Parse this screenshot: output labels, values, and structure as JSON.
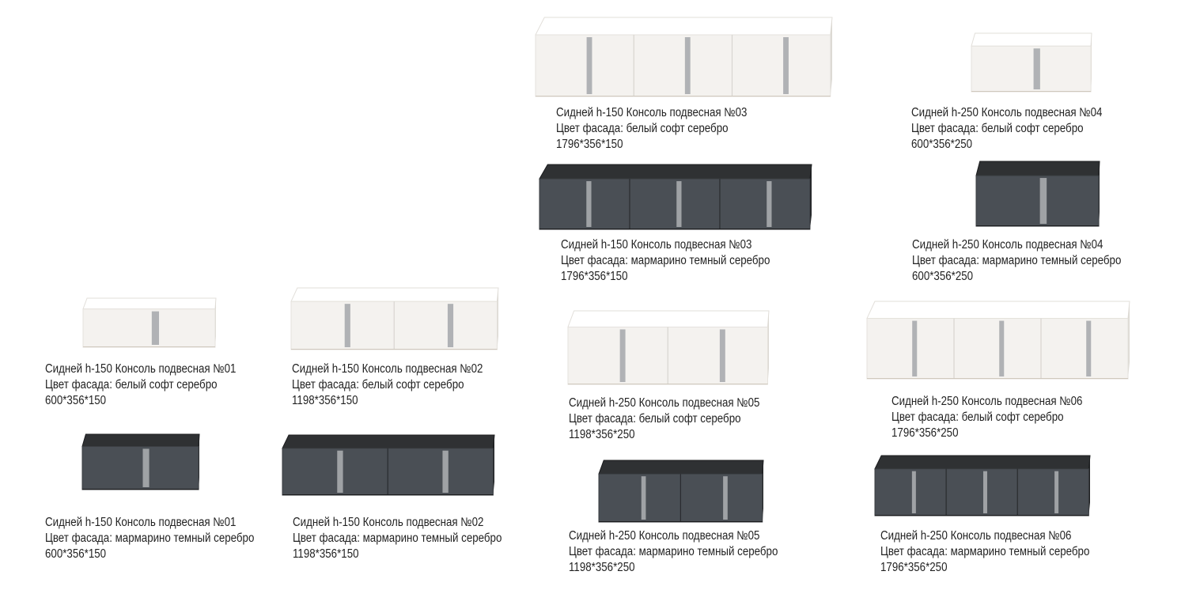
{
  "colors": {
    "white_facade": "#f4f2ef",
    "white_shadow": "#dcd9d3",
    "dark_body": "#2f3133",
    "dark_facade": "#4a4f55",
    "silver_insert": "#a9abae"
  },
  "items": [
    {
      "title": "Сидней h-150 Консоль подвесная №03",
      "color": "Цвет фасада: белый софт серебро",
      "size": "1796*356*150"
    },
    {
      "title": "Сидней h-250 Консоль подвесная №04",
      "color": "Цвет фасада: белый софт серебро",
      "size": "600*356*250"
    },
    {
      "title": "Сидней h-150 Консоль подвесная №03",
      "color": "Цвет фасада: мармарино темный серебро",
      "size": "1796*356*150"
    },
    {
      "title": "Сидней h-250 Консоль подвесная №04",
      "color": "Цвет фасада: мармарино темный серебро",
      "size": "600*356*250"
    },
    {
      "title": "Сидней h-150 Консоль подвесная №01",
      "color": "Цвет фасада: белый софт серебро",
      "size": "600*356*150"
    },
    {
      "title": "Сидней h-150 Консоль подвесная №02",
      "color": "Цвет фасада: белый софт серебро",
      "size": "1198*356*150"
    },
    {
      "title": "Сидней h-250 Консоль подвесная №05",
      "color": "Цвет фасада: белый софт серебро",
      "size": "1198*356*250"
    },
    {
      "title": "Сидней h-250 Консоль подвесная №06",
      "color": "Цвет фасада: белый софт серебро",
      "size": "1796*356*250"
    },
    {
      "title": "Сидней h-150 Консоль подвесная №01",
      "color": "Цвет фасада: мармарино темный серебро",
      "size": "600*356*150"
    },
    {
      "title": "Сидней h-150 Консоль подвесная №02",
      "color": "Цвет фасада: мармарино темный серебро",
      "size": "1198*356*150"
    },
    {
      "title": "Сидней h-250 Консоль подвесная №05",
      "color": "Цвет фасада: мармарино темный серебро",
      "size": "1198*356*250"
    },
    {
      "title": "Сидней h-250 Консоль подвесная №06",
      "color": "Цвет фасада: мармарино темный серебро",
      "size": "1796*356*250"
    }
  ]
}
